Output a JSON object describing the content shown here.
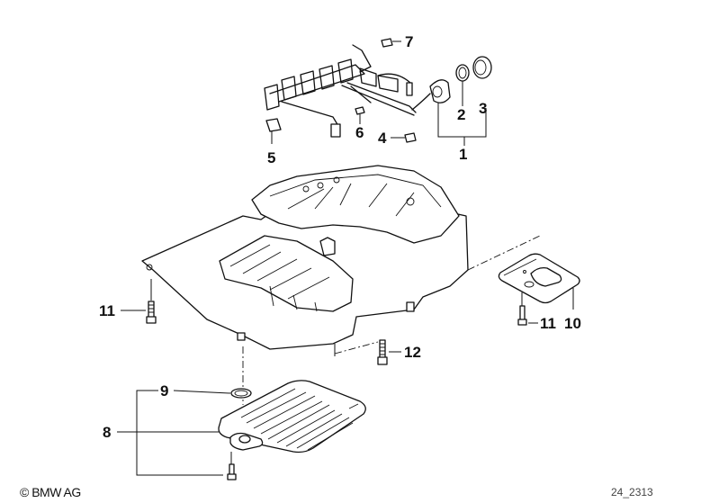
{
  "diagram": {
    "title": "Valve body / transmission oil filter parts diagram",
    "callouts": [
      {
        "id": "1",
        "label": "1",
        "part": "harness plug assembly"
      },
      {
        "id": "2",
        "label": "2",
        "part": "o-ring"
      },
      {
        "id": "3",
        "label": "3",
        "part": "adapter sleeve"
      },
      {
        "id": "4",
        "label": "4",
        "part": "clip"
      },
      {
        "id": "5",
        "label": "5",
        "part": "clip"
      },
      {
        "id": "6",
        "label": "6",
        "part": "clip"
      },
      {
        "id": "7",
        "label": "7",
        "part": "clip"
      },
      {
        "id": "8",
        "label": "8",
        "part": "oil filter"
      },
      {
        "id": "9",
        "label": "9",
        "part": "o-ring"
      },
      {
        "id": "10",
        "label": "10",
        "part": "filter / cover plate"
      },
      {
        "id": "11a",
        "label": "11",
        "part": "bolt"
      },
      {
        "id": "11b",
        "label": "11",
        "part": "bolt"
      },
      {
        "id": "12",
        "label": "12",
        "part": "bolt"
      }
    ]
  },
  "footer": {
    "copyright": "© BMW AG",
    "figure_number": "24_2313"
  }
}
